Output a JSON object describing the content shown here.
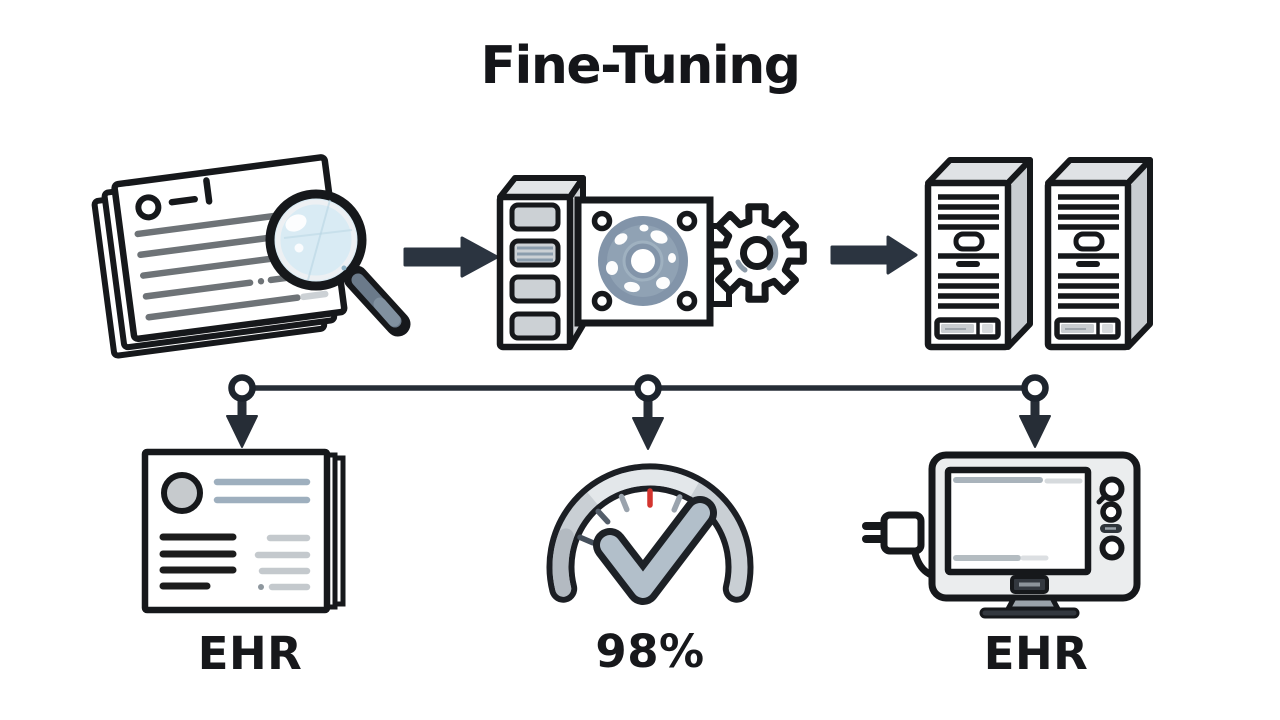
{
  "title": "Fine-Tuning",
  "flow": {
    "stages": [
      {
        "name": "source-documents-review",
        "icon": "documents-magnifier-icon"
      },
      {
        "name": "fine-tuning-engine",
        "icon": "server-engine-gear-icon"
      },
      {
        "name": "deployed-servers",
        "icon": "dual-server-towers-icon"
      }
    ],
    "connectors": [
      {
        "icon": "right-arrow-icon"
      },
      {
        "icon": "right-arrow-icon"
      }
    ]
  },
  "outputs": [
    {
      "name": "ehr-records",
      "icon": "ehr-record-stack-icon",
      "label": "EHR"
    },
    {
      "name": "accuracy-gauge",
      "icon": "gauge-checkmark-icon",
      "label": "98%"
    },
    {
      "name": "ehr-terminal",
      "icon": "terminal-plug-icon",
      "label": "EHR"
    }
  ],
  "colors": {
    "background": "#ffffff",
    "outline": "#16181b",
    "arrow_dark": "#2b3440",
    "connector_dark": "#262d36",
    "slate_disc": "#8294a9",
    "light_gray_fill": "#ccd1d5",
    "panel_gray": "#d0d4d7",
    "lens_blue": "#d9ebf4",
    "handle_slate": "#6b7a8a",
    "checkmark_gray": "#b2bfca",
    "gauge_arc_gray": "#c9cfd4",
    "red_tick": "#d3342e",
    "text_line_gray": "#6e7377",
    "card_line_blue": "#9eafbe",
    "card_line_light": "#c4c9cd"
  }
}
